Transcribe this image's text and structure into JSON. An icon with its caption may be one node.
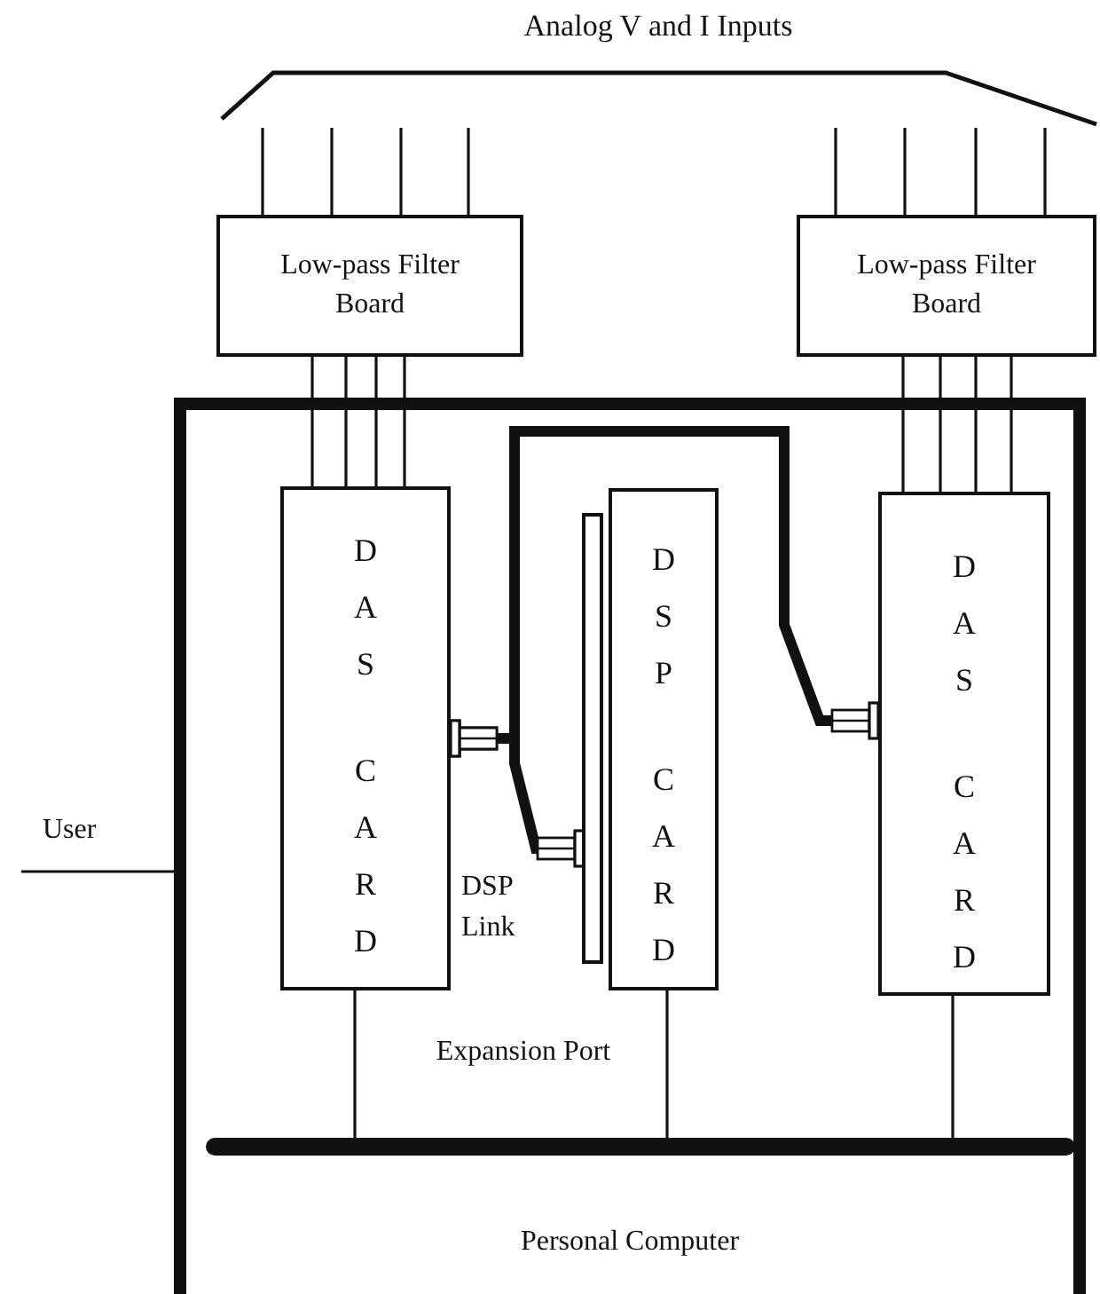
{
  "diagram": {
    "nodes": [
      {
        "text": [
          "Personal Computer"
        ]
      },
      {
        "text": [
          "Low-pass Filter Board"
        ]
      },
      {
        "text": [
          "Low-pass Filter Board"
        ]
      },
      {
        "text": [
          "DAS CARD"
        ],
        "in": 0
      },
      {
        "text": [
          "DSP CARD"
        ],
        "in": 0
      },
      {
        "text": [
          "DAS CARD"
        ],
        "in": 0
      },
      {
        "text": [],
        "shape": "bar",
        "in": 0
      },
      {
        "text": [
          "Analog V and I Inputs"
        ]
      }
    ],
    "edges": [
      {
        "from": 3,
        "to": 5,
        "arrow": "other",
        "style": "thick"
      },
      {
        "from": 3,
        "to": 4,
        "arrow": "other",
        "style": "thick",
        "label": "DSP Link"
      },
      {
        "from": 7,
        "to": 1,
        "arrow": "none"
      },
      {
        "from": 7,
        "to": 1,
        "arrow": "none"
      },
      {
        "from": 7,
        "to": 1,
        "arrow": "none"
      },
      {
        "from": 7,
        "to": 1,
        "arrow": "none"
      },
      {
        "from": 7,
        "to": 2,
        "arrow": "none"
      },
      {
        "from": 7,
        "to": 2,
        "arrow": "none"
      },
      {
        "from": 7,
        "to": 2,
        "arrow": "none"
      },
      {
        "from": 7,
        "to": 2,
        "arrow": "none"
      },
      {
        "from": 1,
        "to": 3,
        "arrow": "none"
      },
      {
        "from": 1,
        "to": 3,
        "arrow": "none"
      },
      {
        "from": 1,
        "to": 3,
        "arrow": "none"
      },
      {
        "from": 1,
        "to": 3,
        "arrow": "none"
      },
      {
        "from": 2,
        "to": 5,
        "arrow": "none"
      },
      {
        "from": 2,
        "to": 5,
        "arrow": "none"
      },
      {
        "from": 2,
        "to": 5,
        "arrow": "none"
      },
      {
        "from": 2,
        "to": 5,
        "arrow": "none"
      },
      {
        "from": 3,
        "to": 6,
        "arrow": "none"
      },
      {
        "from": 4,
        "to": 6,
        "arrow": "none"
      },
      {
        "from": 5,
        "to": 6,
        "arrow": "none"
      },
      {
        "from": null,
        "to": 0,
        "arrow": "none",
        "label": "User"
      }
    ],
    "labels": [
      "Expansion Port"
    ]
  }
}
